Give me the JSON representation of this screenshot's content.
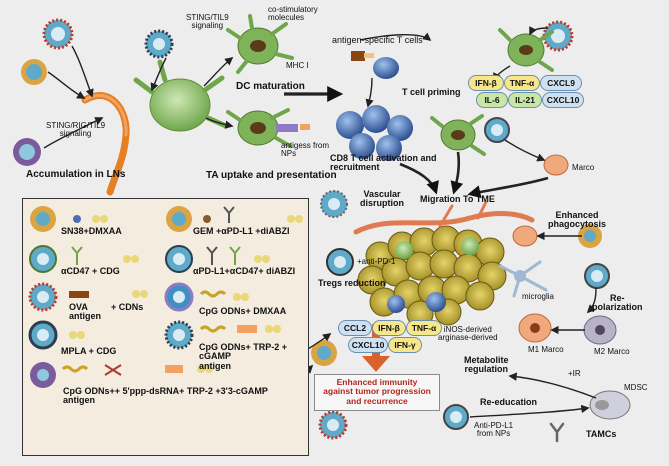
{
  "labels": {
    "sting_til9": "STING/TIL9\nsignaling",
    "sting_rig_til9": "STING/RIG/TIL9\nsignaling",
    "accumulation": "Accumulation in LNs",
    "dc_maturation": "DC maturation",
    "costim": "co-stimulatory\nmolecules",
    "mhc": "MHC I",
    "antigen_specific": "antigen-specific T cells",
    "t_priming": "T cell priming",
    "antigens_nps": "antigess from\nNPs",
    "ta_uptake": "TA uptake and presentation",
    "cd8": "CD8 T cell activation and\nrecruitment",
    "marco_top": "Marco",
    "migration": "Migration To TME",
    "vascular": "Vascular\ndisruption",
    "anti_pd1": "+anti-PD-1",
    "tregs": "Tregs reduction",
    "enhanced_phago": "Enhanced\nphagocytosis",
    "microglia": "microglia",
    "repolarization": "Re-\npolarization",
    "m1": "M1 Marco",
    "m2": "M2 Marco",
    "inos": "iNOS-derived\narginase-derived",
    "metabolite": "Metabolite\nregulation",
    "ir": "+IR",
    "reeducation": "Re-education",
    "mdsc": "MDSC",
    "anti_pdl1": "Anti-PD-L1\nfrom NPs",
    "tamcs": "TAMCs",
    "outcome": "Enhanced  immunity\nagainst tumor progression\nand recurrence"
  },
  "cytokines_top": {
    "ifnb": "IFN-β",
    "tnfa": "TNF-α",
    "cxcl9": "CXCL9",
    "il6": "IL-6",
    "il21": "IL-21",
    "cxcl10": "CXCL10"
  },
  "cytokines_bottom": {
    "ccl2": "CCL2",
    "ifnb": "IFN-β",
    "tnfa": "TNF-α",
    "cxcl10": "CXCL10",
    "ifng": "IFN-γ"
  },
  "legend": [
    "SN38+DMXAA",
    "GEM +αPD-L1 +diABZI",
    "αCD47 + CDG",
    "αPD-L1+αCD47+ diABZI",
    "OVA\nantigen",
    "+ CDNs",
    "CpG ODNs+ DMXAA",
    "MPLA + CDG",
    "CpG ODNs+ TRP-2 + cGAMP\nantigen",
    "CpG ODNs++ 5'ppp-dsRNA+ TRP-2 +3'3-cGAMP\nantigen"
  ],
  "colors": {
    "np_shell": "#d9a441",
    "np_core": "#5fa9c9",
    "spike_red": "#c0392b",
    "dc_green": "#8cc06b",
    "tcell_blue": "#4a6fb0",
    "tumor": "#c8b23a",
    "vessel": "#e07a50",
    "outcome_text": "#b3261e"
  }
}
